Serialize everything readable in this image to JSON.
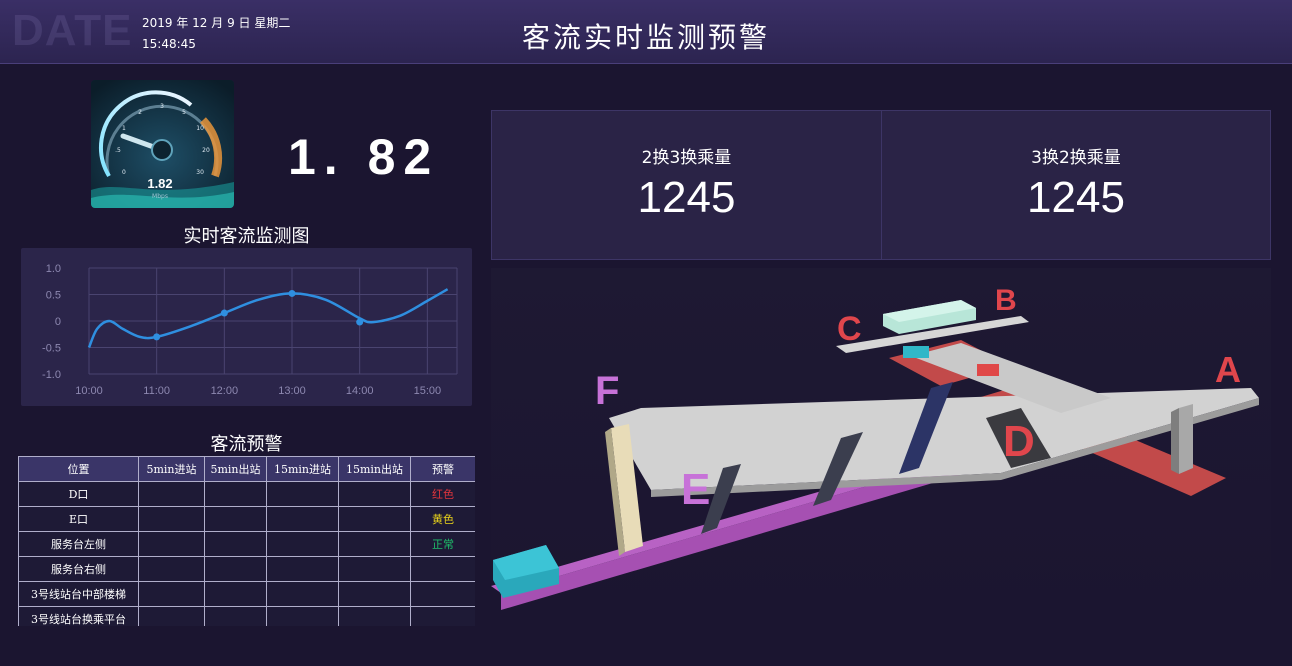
{
  "header": {
    "watermark": "DATE",
    "date": "2019 年 12 月 9 日 星期二",
    "time": "15:48:45",
    "title": "客流实时监测预警"
  },
  "gauge": {
    "value": 1.82,
    "display": "1.82",
    "unit": "Mbps",
    "ticks": [
      "0",
      ".5",
      "1",
      "2",
      "3",
      "5",
      "10",
      "20",
      "30"
    ],
    "big_value": "1. 82"
  },
  "monitor": {
    "title": "实时客流监测图",
    "chart_data": {
      "type": "line",
      "x_ticks": [
        "10:00",
        "11:00",
        "12:00",
        "13:00",
        "14:00",
        "15:00"
      ],
      "y_ticks": [
        "1.0",
        "0.5",
        "0",
        "-0.5",
        "-1.0"
      ],
      "ylim": [
        -1.0,
        1.0
      ],
      "grid": true,
      "color": "#2f8fe0",
      "points": [
        [
          0,
          -0.5
        ],
        [
          0.12,
          -0.15
        ],
        [
          0.3,
          0.0
        ],
        [
          0.5,
          -0.15
        ],
        [
          0.75,
          -0.3
        ],
        [
          1.0,
          -0.3
        ],
        [
          1.5,
          -0.1
        ],
        [
          2.0,
          0.15
        ],
        [
          2.5,
          0.4
        ],
        [
          3.0,
          0.52
        ],
        [
          3.5,
          0.4
        ],
        [
          4.0,
          0.05
        ],
        [
          4.2,
          -0.02
        ],
        [
          4.6,
          0.1
        ],
        [
          5.0,
          0.38
        ],
        [
          5.3,
          0.6
        ]
      ],
      "markers": [
        [
          1.0,
          -0.3
        ],
        [
          2.0,
          0.15
        ],
        [
          3.0,
          0.52
        ],
        [
          4.0,
          -0.02
        ]
      ]
    }
  },
  "warning": {
    "title": "客流预警",
    "columns": [
      "位置",
      "5min进站",
      "5min出站",
      "15min进站",
      "15min出站",
      "预警"
    ],
    "rows": [
      {
        "location": "D口",
        "status": "红色",
        "color": "#e0343c"
      },
      {
        "location": "E口",
        "status": "黄色",
        "color": "#e8d21a"
      },
      {
        "location": "服务台左侧",
        "status": "正常",
        "color": "#1fbf6a"
      },
      {
        "location": "服务台右侧",
        "status": "",
        "color": "#ffffff"
      },
      {
        "location": "3号线站台中部楼梯",
        "status": "",
        "color": "#ffffff"
      },
      {
        "location": "3号线站台换乘平台",
        "status": "",
        "color": "#ffffff"
      }
    ]
  },
  "stats": [
    {
      "label": "2换3换乘量",
      "value": "1245"
    },
    {
      "label": "3换2换乘量",
      "value": "1245"
    }
  ],
  "model": {
    "labels": [
      "A",
      "B",
      "C",
      "D",
      "E",
      "F"
    ],
    "colors": {
      "letter_red": "#e0464c",
      "letter_purple": "#c772d8",
      "floor": "#cfcfcf",
      "magenta": "#b25ab8",
      "red_floor": "#c24a4a",
      "teal": "#2bb5c8"
    }
  }
}
